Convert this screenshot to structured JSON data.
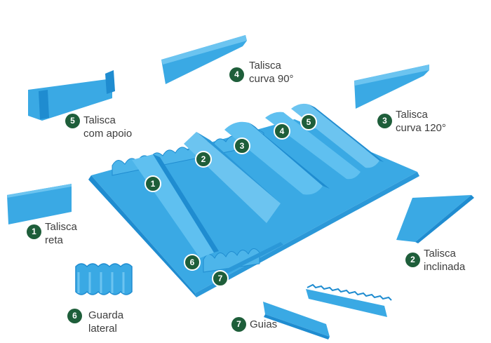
{
  "colors": {
    "belt": "#3aa9e4",
    "belt_dark": "#1f8cd0",
    "belt_light": "#6cc4f0",
    "badge": "#1e5e3a",
    "text": "#3d3d3d"
  },
  "callouts": [
    {
      "num": "1",
      "line1": "Talisca",
      "line2": "reta"
    },
    {
      "num": "2",
      "line1": "Talisca",
      "line2": "inclinada"
    },
    {
      "num": "3",
      "line1": "Talisca",
      "line2": "curva 120°"
    },
    {
      "num": "4",
      "line1": "Talisca",
      "line2": "curva 90°"
    },
    {
      "num": "5",
      "line1": "Talisca",
      "line2": "com apoio"
    },
    {
      "num": "6",
      "line1": "Guarda",
      "line2": "lateral"
    },
    {
      "num": "7",
      "line1": "Guias",
      "line2": ""
    }
  ],
  "belt_markers": [
    "1",
    "2",
    "3",
    "4",
    "5",
    "6",
    "7"
  ]
}
